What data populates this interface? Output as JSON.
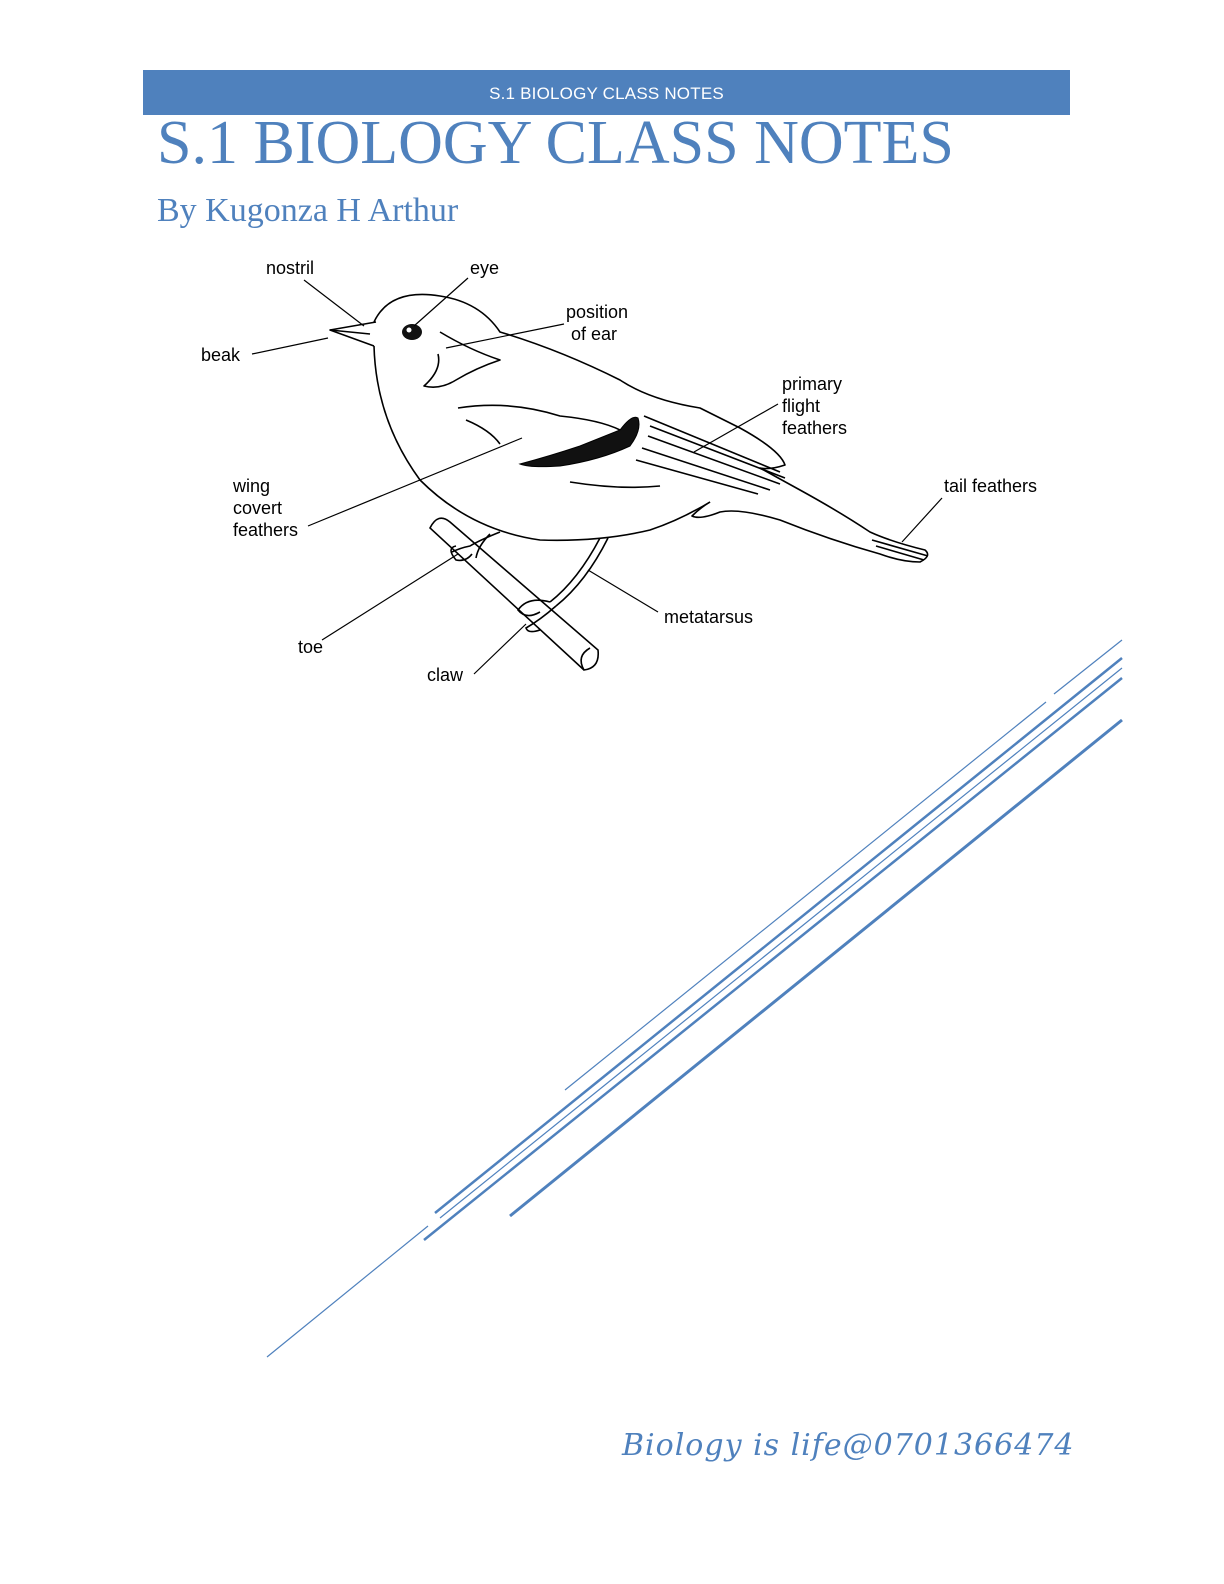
{
  "header": {
    "bar_text": "S.1 BIOLOGY CLASS NOTES",
    "bar_color": "#4f81bd"
  },
  "title": "S.1 BIOLOGY CLASS NOTES",
  "author": "By Kugonza H Arthur",
  "figure": {
    "labels": {
      "nostril": "nostril",
      "eye": "eye",
      "position_of_ear": "position\n of ear",
      "beak": "beak",
      "primary_flight_feathers": "primary\nflight\nfeathers",
      "tail_feathers": "tail feathers",
      "wing_covert_feathers": "wing\ncovert\nfeathers",
      "metatarsus": "metatarsus",
      "toe": "toe",
      "claw": "claw"
    }
  },
  "footer": {
    "signature": "Biology is life@0701366474"
  },
  "accent_color": "#4f81bd"
}
